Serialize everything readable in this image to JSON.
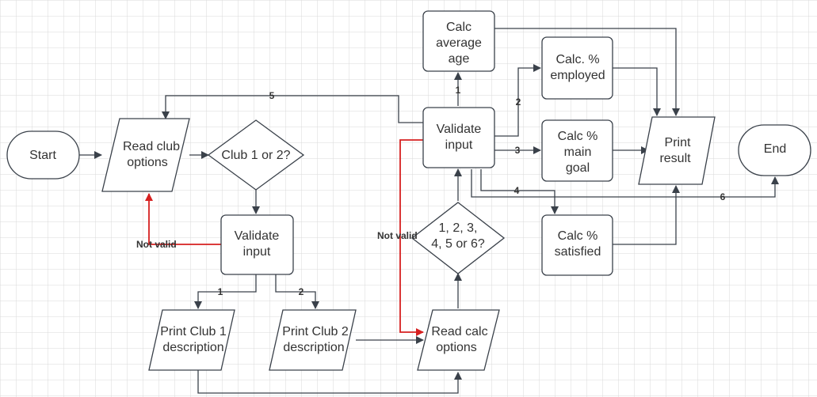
{
  "colors": {
    "stroke": "#3a414a",
    "highlight": "#d62020",
    "grid": "#dadada"
  },
  "nodes": {
    "start": "Start",
    "read_club": [
      "Read club",
      "options"
    ],
    "club_choice": "Club 1 or 2?",
    "validate_club": [
      "Validate",
      "input"
    ],
    "print_club1": [
      "Print Club 1",
      "description"
    ],
    "print_club2": [
      "Print Club 2",
      "description"
    ],
    "read_calc": [
      "Read calc",
      "options"
    ],
    "calc_choice": [
      "1, 2, 3,",
      "4, 5 or 6?"
    ],
    "validate_calc": [
      "Validate",
      "input"
    ],
    "calc_age": [
      "Calc",
      "average",
      "age"
    ],
    "calc_employed": [
      "Calc. %",
      "employed"
    ],
    "calc_goal": [
      "Calc %",
      "main",
      "goal"
    ],
    "calc_satisfied": [
      "Calc %",
      "satisfied"
    ],
    "print_result": [
      "Print",
      "result"
    ],
    "end": "End"
  },
  "labels": {
    "not_valid_left": "Not valid",
    "not_valid_right": "Not valid",
    "e1": "1",
    "e2": "2",
    "o1": "1",
    "o2": "2",
    "o3": "3",
    "o4": "4",
    "o5": "5",
    "o6": "6"
  }
}
